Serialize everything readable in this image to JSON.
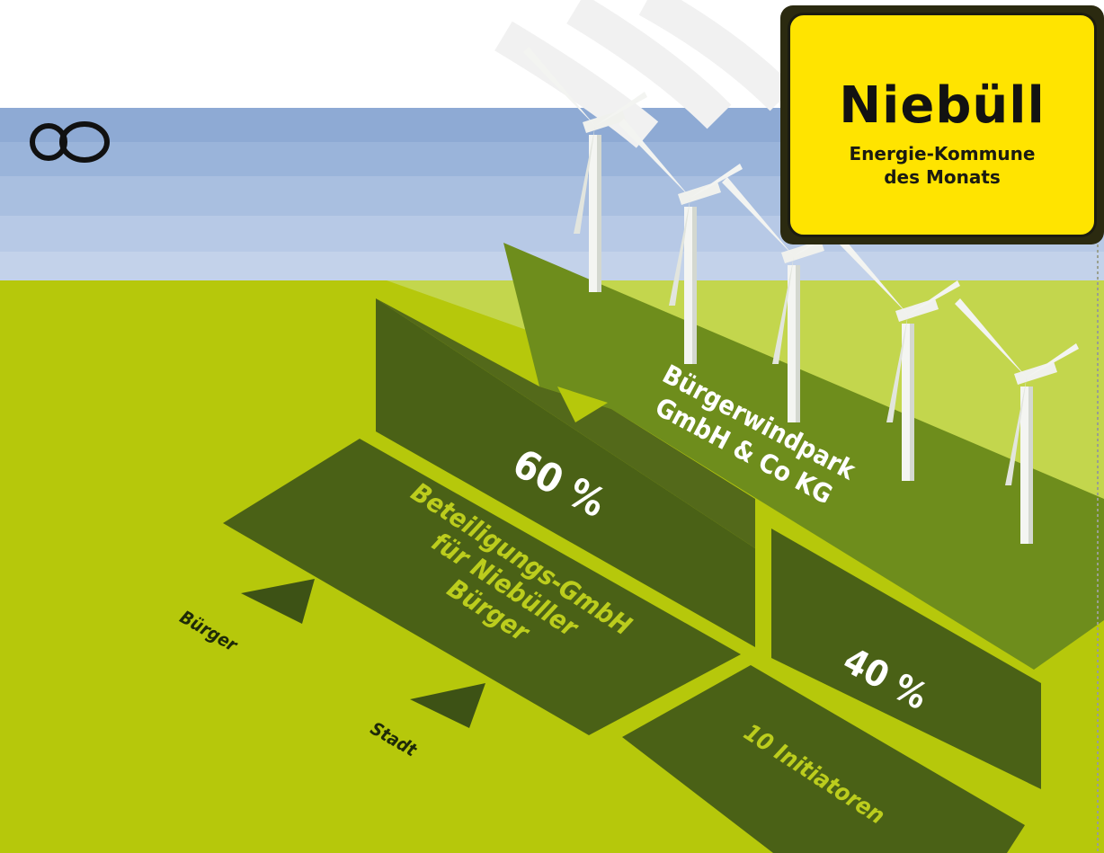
{
  "sign": {
    "town": "Niebüll",
    "line1": "Energie-Kommune",
    "line2": "des Monats"
  },
  "diagram": {
    "company_line1": "Bürgerwindpark",
    "company_line2": "GmbH & Co KG",
    "share_major": "60 %",
    "share_minor": "40 %",
    "holding_line1": "Beteiligungs-GmbH",
    "holding_line2": "für Niebüller",
    "holding_line3": "Bürger",
    "initiators": "10 Initiatoren",
    "source_citizens": "Bürger",
    "source_city": "Stadt"
  },
  "icons": {
    "logo": "infinity-logo-icon",
    "turbine": "wind-turbine-icon"
  },
  "colors": {
    "sky_top": "#8eaad4",
    "sky_bottom": "#c3d2ea",
    "ground": "#b6c80b",
    "dark_block": "#4a6116",
    "mid_block": "#6e8d1c",
    "sign_yellow": "#ffe400"
  }
}
